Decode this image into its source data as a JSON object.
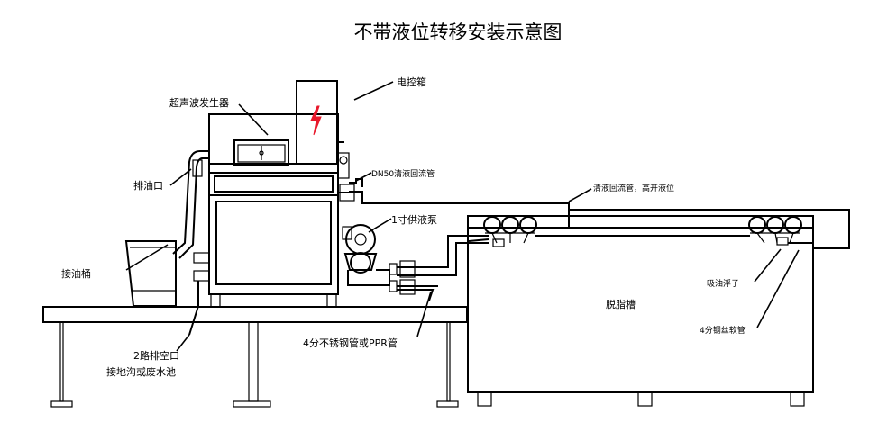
{
  "title": "不带液位转移安装示意图",
  "labels": {
    "control_box": "电控箱",
    "ultrasonic_generator": "超声波发生器",
    "oil_outlet": "排油口",
    "dn50_return": "DN50清液回流管",
    "pump": "1寸供液泵",
    "clear_return": "清液回流管，高开液位",
    "oil_bucket": "接油桶",
    "oil_float": "吸油浮子",
    "degrease_tank": "脱脂槽",
    "hose": "4分钢丝软管",
    "pipe": "4分不锈钢管或PPR管",
    "drain_line1": "2路排空口",
    "drain_line2": "接地沟或废水池"
  },
  "colors": {
    "line": "#000000",
    "lightning": "#e8192c",
    "background": "#ffffff"
  },
  "icons": {
    "lightning": "lightning-bolt-icon"
  }
}
